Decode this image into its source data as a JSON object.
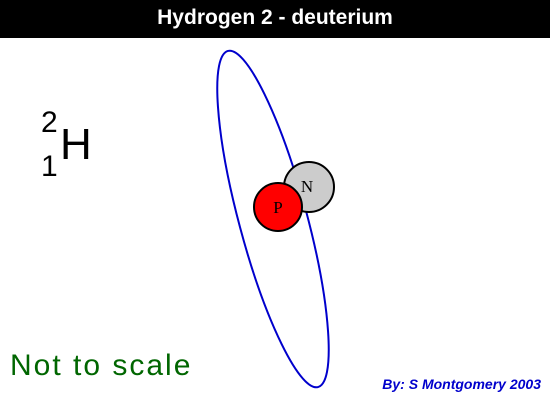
{
  "title": "Hydrogen 2 - deuterium",
  "isotope": {
    "mass_number": "2",
    "atomic_number": "1",
    "symbol": "H"
  },
  "particles": {
    "neutron_label": "N",
    "proton_label": "P"
  },
  "caption": "Not to scale",
  "credit": "By: S Montgomery 2003",
  "colors": {
    "title_bar": "#000000",
    "title_text": "#ffffff",
    "orbit": "#0000cc",
    "proton": "#ff0000",
    "neutron": "#cccccc",
    "caption": "#006600",
    "credit": "#0000cc"
  }
}
